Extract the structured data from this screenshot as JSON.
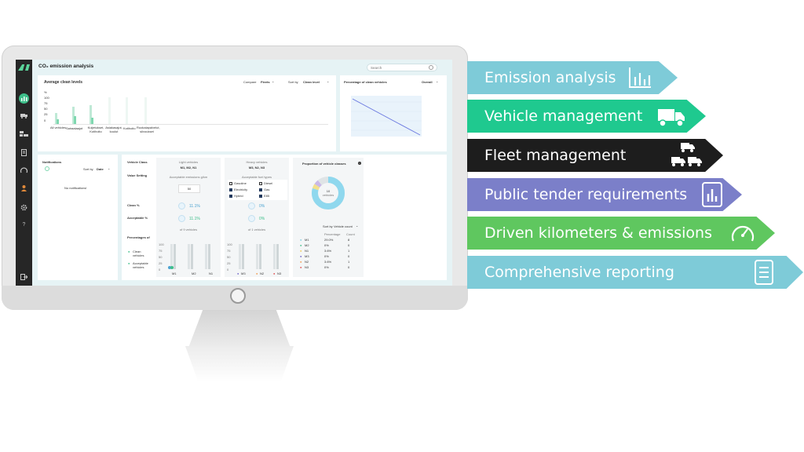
{
  "app": {
    "title": "CO₂ emission analysis",
    "search_placeholder": "Search"
  },
  "sidebar": {
    "items": [
      "chart-icon",
      "truck-icon",
      "fleet-icon",
      "document-icon",
      "gauge-icon",
      "user-icon",
      "gear-icon",
      "help-icon",
      "logout-icon"
    ],
    "help_glyph": "?"
  },
  "clean_levels": {
    "title": "Average clean levels",
    "compare_label": "Compare",
    "compare_value": "Fleets",
    "sort_label": "Sort by",
    "sort_value": "Clean level",
    "y_unit": "%",
    "y_ticks": [
      "100",
      "75",
      "50",
      "25",
      "0"
    ],
    "categories": [
      "All vehicles",
      "Sairaalaajot",
      "Kuljetukset, Kotihoito",
      "Asiakasajot, koulut",
      "Kotihoito",
      "Ruokalapalvelut, siivoukset"
    ]
  },
  "clean_percentage": {
    "title": "Percentage of clean vehicles",
    "filter": "Overall"
  },
  "notifications": {
    "title": "Notifications",
    "sort_label": "Sort by",
    "sort_value": "Date",
    "empty": "No notifications!"
  },
  "vehicle_class": {
    "class_label": "Vehicle Class",
    "value_setting": "Value Setting",
    "clean_pct": "Clean %",
    "acceptable_pct": "Acceptable %",
    "percentages_of": "Percentages of",
    "legend_clean": "Clean vehicles",
    "legend_acceptable": "Acceptable vehicles",
    "light": {
      "heading": "Light vehicles",
      "classes": "M1, M2, N1",
      "setting_caption": "Acceptable emissions g/km",
      "value": "50",
      "clean_value": "11.1%",
      "acceptable_value": "11.1%",
      "count_caption": "of 9 vehicles",
      "axis": [
        "M1",
        "M2",
        "N1"
      ]
    },
    "heavy": {
      "heading": "Heavy vehicles",
      "classes": "M3, N2, N3",
      "setting_caption": "Acceptable fuel types",
      "fuels": [
        {
          "name": "Gasoline",
          "checked": false
        },
        {
          "name": "Diesel",
          "checked": false
        },
        {
          "name": "Electricity",
          "checked": true
        },
        {
          "name": "Gas",
          "checked": true
        },
        {
          "name": "Hybrid",
          "checked": true
        },
        {
          "name": "E85",
          "checked": true
        }
      ],
      "clean_value": "0%",
      "acceptable_value": "0%",
      "count_caption": "of 1 vehicles",
      "axis": [
        "M3",
        "N2",
        "N3"
      ]
    },
    "mini_ticks": [
      "100",
      "75",
      "50",
      "25",
      "0"
    ]
  },
  "proportion": {
    "title": "Proportion of vehicle classes",
    "center_value": "10",
    "center_label": "vehicles",
    "sort_label": "Sort by",
    "sort_value": "Vehicle count",
    "headers": [
      "Percentage",
      "Count"
    ],
    "rows": [
      {
        "cls": "M1",
        "pct": "29.0%",
        "count": "8",
        "color": "#7ccfe3"
      },
      {
        "cls": "M2",
        "pct": "0%",
        "count": "0",
        "color": "#3dbf8a"
      },
      {
        "cls": "N1",
        "pct": "3.6%",
        "count": "1",
        "color": "#f2c94c"
      },
      {
        "cls": "M3",
        "pct": "0%",
        "count": "0",
        "color": "#6c63c7"
      },
      {
        "cls": "N2",
        "pct": "3.6%",
        "count": "1",
        "color": "#f2994a"
      },
      {
        "cls": "N3",
        "pct": "0%",
        "count": "0",
        "color": "#e04a4a"
      }
    ]
  },
  "features": [
    {
      "label": "Emission analysis",
      "color": "#7ecbd8",
      "icon": "bar-chart-icon"
    },
    {
      "label": "Vehicle management",
      "color": "#1fc98f",
      "icon": "truck-icon"
    },
    {
      "label": "Fleet management",
      "color": "#1d1d1d",
      "icon": "fleet-icon"
    },
    {
      "label": "Public tender requirements",
      "color": "#7b7fc9",
      "icon": "tablet-chart-icon"
    },
    {
      "label": "Driven kilometers & emissions",
      "color": "#5fc75f",
      "icon": "gauge-icon"
    },
    {
      "label": "Comprehensive reporting",
      "color": "#7ecbd8",
      "icon": "report-icon"
    }
  ]
}
